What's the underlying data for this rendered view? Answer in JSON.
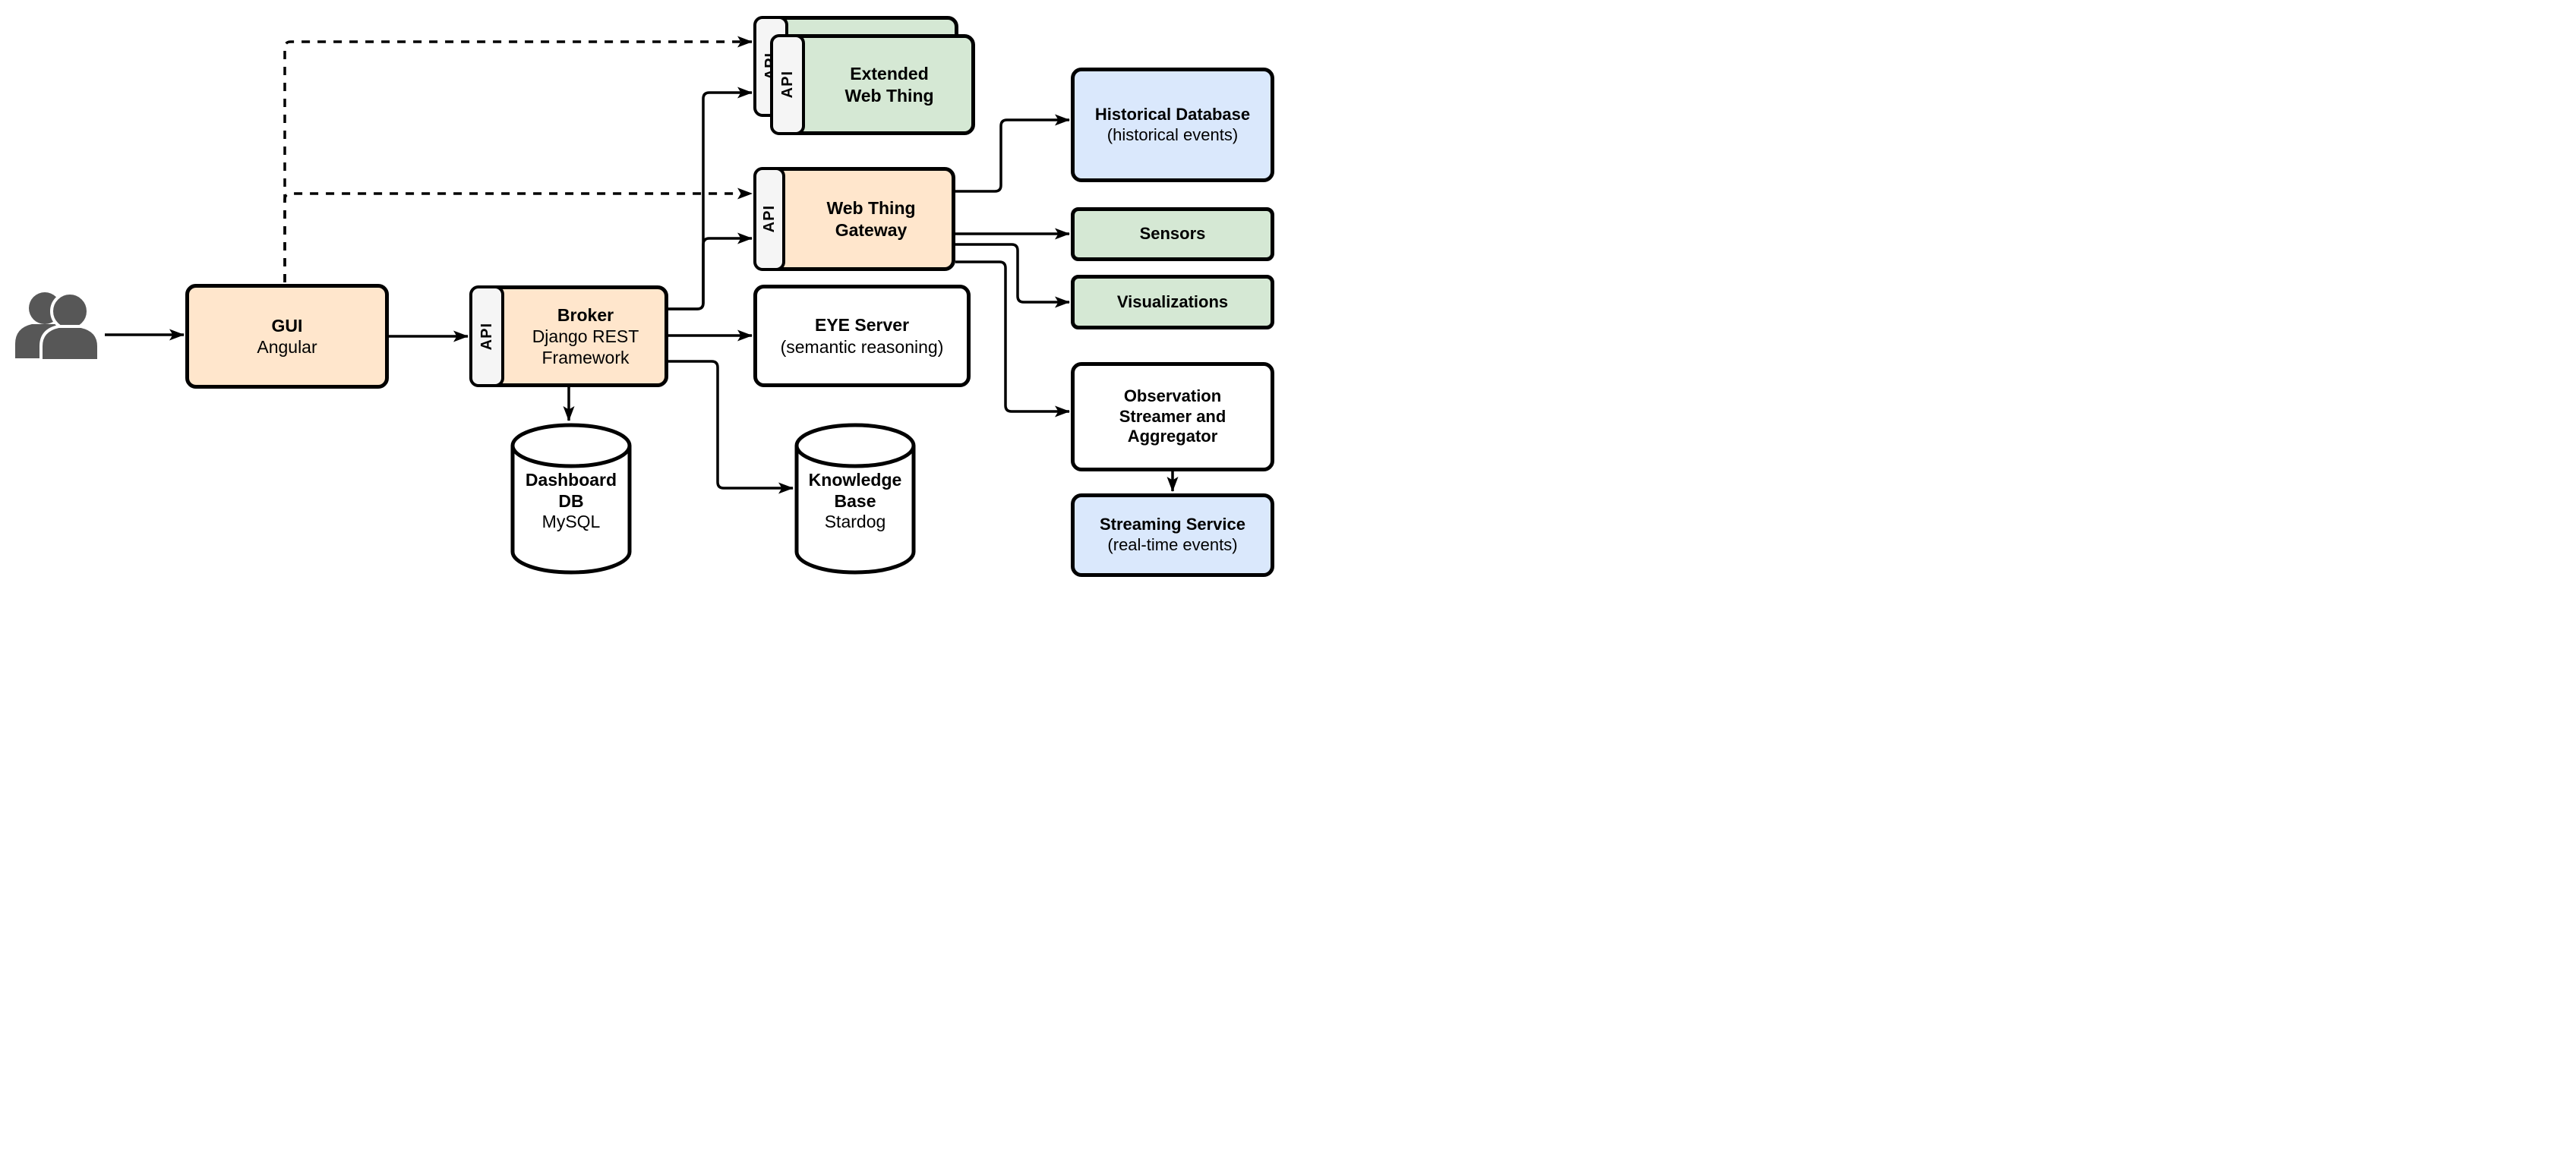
{
  "diagram_type": "software-architecture",
  "colors": {
    "node_orange": "#FFE6CC",
    "node_green": "#D5E8D4",
    "node_blue": "#DAE8FC",
    "node_white": "#FFFFFF",
    "api_strip": "#F5F5F5",
    "stroke": "#000000",
    "users_icon": "#575757"
  },
  "nodes": {
    "users": {
      "icon": "users-icon"
    },
    "gui": {
      "title": "GUI",
      "subtitle": "Angular"
    },
    "broker": {
      "api": "API",
      "title": "Broker",
      "subtitle1": "Django REST",
      "subtitle2": "Framework"
    },
    "extended_web_thing": {
      "api": "API",
      "title1": "Extended",
      "title2": "Web Thing"
    },
    "web_thing_gateway": {
      "api": "API",
      "title1": "Web Thing",
      "title2": "Gateway"
    },
    "eye_server": {
      "title": "EYE Server",
      "subtitle": "(semantic reasoning)"
    },
    "dashboard_db": {
      "title1": "Dashboard",
      "title2": "DB",
      "subtitle": "MySQL"
    },
    "knowledge_base": {
      "title1": "Knowledge",
      "title2": "Base",
      "subtitle": "Stardog"
    },
    "historical_database": {
      "title": "Historical Database",
      "subtitle": "(historical events)"
    },
    "sensors": {
      "title": "Sensors"
    },
    "visualizations": {
      "title": "Visualizations"
    },
    "observation_streamer": {
      "title1": "Observation",
      "title2": "Streamer and",
      "title3": "Aggregator"
    },
    "streaming_service": {
      "title": "Streaming Service",
      "subtitle": "(real-time events)"
    }
  },
  "edges": [
    {
      "from": "users",
      "to": "gui",
      "style": "solid"
    },
    {
      "from": "gui",
      "to": "broker",
      "style": "solid"
    },
    {
      "from": "gui",
      "to": "extended_web_thing",
      "style": "dashed"
    },
    {
      "from": "gui",
      "to": "web_thing_gateway",
      "style": "dashed"
    },
    {
      "from": "broker",
      "to": "extended_web_thing",
      "style": "solid"
    },
    {
      "from": "broker",
      "to": "web_thing_gateway",
      "style": "solid"
    },
    {
      "from": "broker",
      "to": "eye_server",
      "style": "solid"
    },
    {
      "from": "broker",
      "to": "dashboard_db",
      "style": "solid"
    },
    {
      "from": "broker",
      "to": "knowledge_base",
      "style": "solid"
    },
    {
      "from": "web_thing_gateway",
      "to": "historical_database",
      "style": "solid"
    },
    {
      "from": "web_thing_gateway",
      "to": "sensors",
      "style": "solid"
    },
    {
      "from": "web_thing_gateway",
      "to": "visualizations",
      "style": "solid"
    },
    {
      "from": "web_thing_gateway",
      "to": "observation_streamer",
      "style": "solid"
    },
    {
      "from": "observation_streamer",
      "to": "streaming_service",
      "style": "solid"
    }
  ]
}
